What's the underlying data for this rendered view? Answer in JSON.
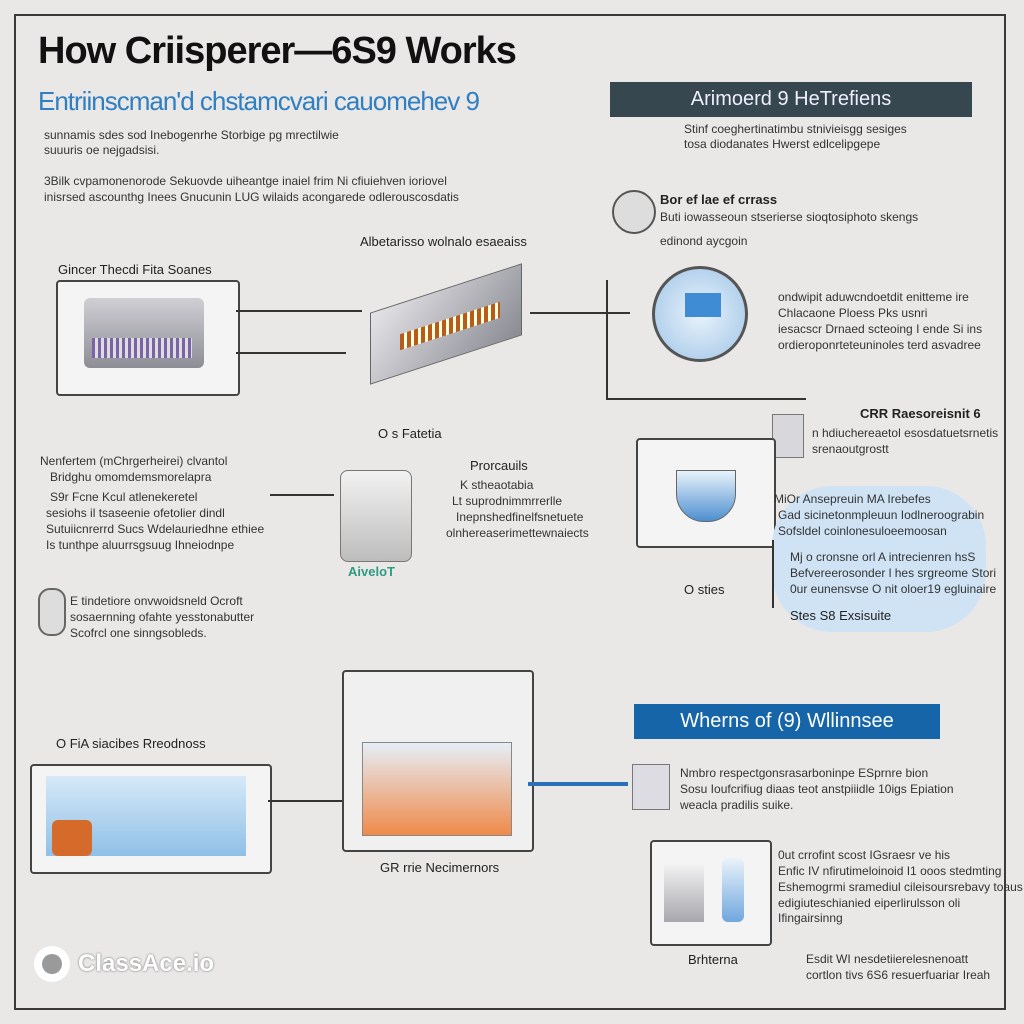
{
  "title": "How Criisperer—6S9 Works",
  "subtitle": "Entriinscman'd chstamcvari cauomehev 9",
  "intro": {
    "line1": "sunnamis sdes sod Inebogenrhe Storbige pg mrectilwie",
    "line2": "suuuris oe nejgadsisi.",
    "line3": "3Bilk cvpamonenorode Sekuovde uiheantge inaiel frim Ni cfiuiehven ioriovel",
    "line4": "inisrsed ascounthg Inees Gnucunin LUG wilaids acongarede odlerouscosdatis"
  },
  "right_banner_top": "Arimoerd 9 HeTrefiens",
  "right_top_text": {
    "line1": "Stinf coeghertinatimbu stnivieisgg sesiges",
    "line2": "tosa diodanates Hwerst edlcelipgepe"
  },
  "labels": {
    "mid_top": "Albetarisso wolnalo esaeaiss",
    "left_device": "Gincer Thecdi Fita Soanes",
    "center_machine": "O s Fatetia",
    "center_machine_brand": "AiveloT",
    "proposals": "Prorcauils",
    "boq": "Bor ef lae ef crrass",
    "boq_sub": "Buti iowasseoun stserierse sioqtosiphoto skengs",
    "boq_sub2": "edinond aycgoin",
    "crr": "CRR Raesoreisnit 6",
    "crr_sub1": "n hdiuchereaetol esosdatuetsrnetis",
    "crr_sub2": "srenaoutgrostt",
    "o_stes": "O sties",
    "stes_exsite": "Stes S8 Exsisuite",
    "bottom_left": "O FiA siacibes Rreodnoss",
    "bottom_center": "GR rrie Necimernors",
    "bottom_right_box": "Brhterna"
  },
  "texts": {
    "right_mid": {
      "l1": "ondwipit aduwcndoetdit enitteme ire",
      "l2": "Chlacaone Ploess Pks usnri",
      "l3": "iesacscr Drnaed scteoing I ende Si ins",
      "l4": "ordieroponrteteuninoles terd asvadree"
    },
    "left_mid": {
      "l1": "Nenfertem (mChrgerheirei) clvantol",
      "l2": "Bridghu omomdemsmorelapra",
      "l3": "S9r Fcne Kcul atlenekeretel",
      "l4": "sesiohs il tsaseenie ofetolier dindl",
      "l5": "Sutuiicnrerrd Sucs Wdelauriedhne ethiee",
      "l6": "Is tunthpe aluurrsgsuug Ihneiodnpe"
    },
    "center_right": {
      "l1": "K stheaotabia",
      "l2": "Lt suprodnimmrrerlle",
      "l3": "Inepnshedfinelfsnetuete",
      "l4": "olnhereaserimettewnaiects"
    },
    "left_lower": {
      "l1": "E tindetiore onvwoidsneld Ocroft",
      "l2": "sosaernning ofahte yesstonabutter",
      "l3": "Scofrcl one sinngsobleds."
    },
    "blue_panel": {
      "l1": "MiOr Ansepreuin MA Irebefes",
      "l2": "Gad sicinetonmpleuun Iodlneroograbin",
      "l3": "Sofsldel coinlonesuloeemoosan",
      "l4": "Mj o cronsne orl A intrecienren hsS",
      "l5": "Befvereerosonder l hes srgreome Stori",
      "l6": "0ur eunensvse O nit oloer19 egluinaire"
    },
    "bottom_right_lines": {
      "l1": "Nmbro respectgonsrasarboninpe ESprnre bion",
      "l2": "Sosu Ioufcrifiug diaas teot anstpiiidle 10igs Epiation",
      "l3": "weacla pradilis suike."
    },
    "bottom_box_text": {
      "l1": "0ut crrofint scost IGsraesr ve his",
      "l2": "Enfic IV nfirutimeloinoid I1 ooos stedmting",
      "l3": "Eshemogrmi sramediul cileisoursrebavy toaus",
      "l4": "edigiuteschianied eiperlirulsson oli Ifingairsinng"
    },
    "bottom_footer": {
      "l1": "Esdit WI nesdetiierelesnenoatt",
      "l2": "cortlon tivs 6S6 resuerfuariar Ireah"
    }
  },
  "bottom_banner": "Wherns of (9) Wllinnsee",
  "brand": "ClassAce.io"
}
